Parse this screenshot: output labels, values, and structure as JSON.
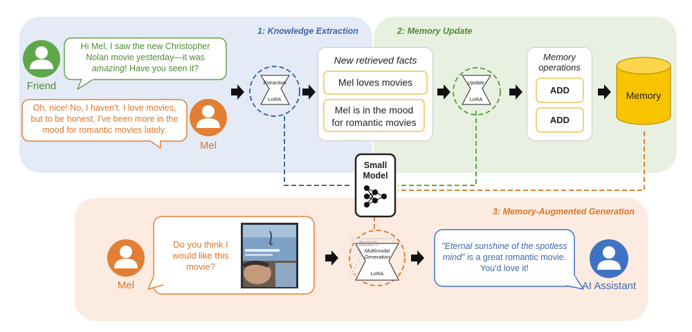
{
  "panels": {
    "extraction_title": "1: Knowledge Extraction",
    "update_title": "2: Memory Update",
    "generation_title": "3: Memory-Augmented Generation"
  },
  "people": {
    "friend": "Friend",
    "mel_top": "Mel",
    "mel_bottom": "Mel",
    "assistant": "AI Assistant"
  },
  "chat": {
    "friend_line1": "Hi Mel, I saw the new Christopher",
    "friend_line2": "Nolan movie yesterday—it was",
    "friend_line3_em": "amazing",
    "friend_line3_rest": "! Have you seen it?",
    "mel_line1": "Oh, nice! No, I haven't. I love movies,",
    "mel_line2": "but to be honest, I've been more in the",
    "mel_line3": "mood for romantic movies lately.",
    "question_line1": "Do you think I",
    "question_line2": "would like this",
    "question_line3": "movie?",
    "answer_line1_em": "\"Eternal sunshine of the spotless",
    "answer_line2_em": "mind\"",
    "answer_line2_rest": " is a great romantic movie.",
    "answer_line3": "You'd love it!"
  },
  "facts": {
    "header": "New retrieved facts",
    "fact1": "Mel loves movies",
    "fact2_line1": "Mel is in the mood",
    "fact2_line2": "for romantic movies"
  },
  "operations": {
    "header_line1": "Memory",
    "header_line2": "operations",
    "op1": "ADD",
    "op2": "ADD"
  },
  "memory": {
    "label": "Memory"
  },
  "model": {
    "line1": "Small",
    "line2": "Model"
  },
  "modules": {
    "extraction": "Extraction",
    "update": "Update",
    "gen_textonly": "Textonly",
    "gen_line1": "Multimodal",
    "gen_line2": "Generation",
    "lora": "LoRA"
  },
  "colors": {
    "blue_panel": "#e4ebf6",
    "green_panel": "#e8f1e1",
    "orange_panel": "#fbebe1",
    "friend_green": "#5fa84a",
    "mel_orange": "#e27f33",
    "assistant_blue": "#3f72c2",
    "memory_yellow": "#f8c400"
  }
}
